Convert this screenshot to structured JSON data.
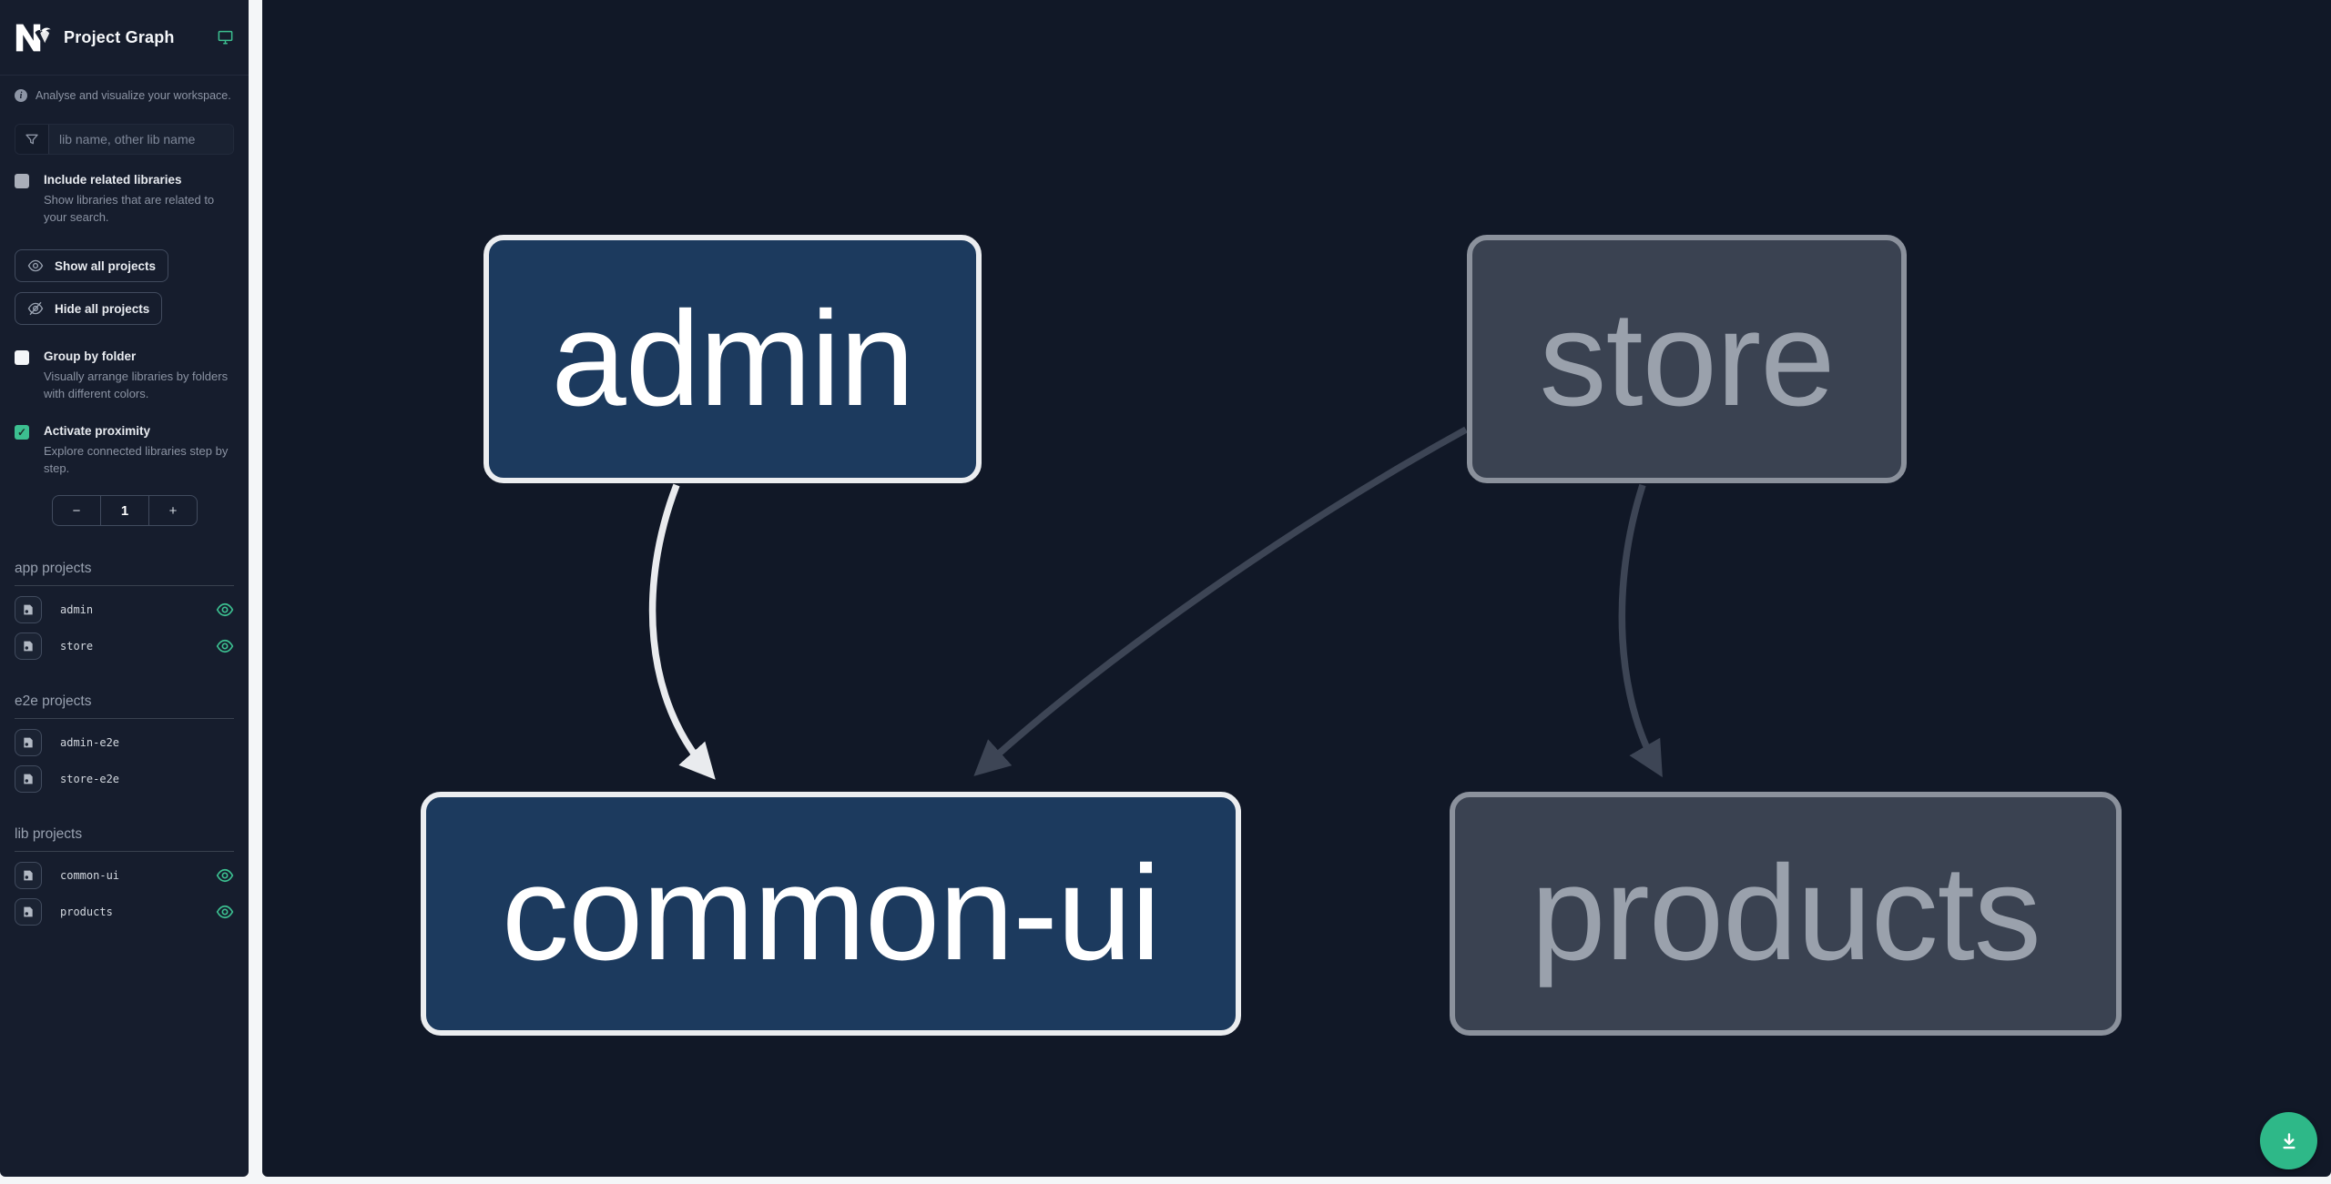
{
  "app": {
    "title": "Project Graph",
    "tagline": "Analyse and visualize your workspace."
  },
  "colors": {
    "accent_teal": "#3cbf90",
    "sidebar_bg": "#161d2d",
    "canvas_bg": "#111827",
    "node_focused_bg": "#1c3a5e",
    "node_focused_border": "#ebedf0",
    "node_dim_bg": "#3a4251",
    "node_dim_border": "#8b919c",
    "edge_light": "#e9ebee",
    "edge_dark": "#3d4555"
  },
  "icons": {
    "check": "✓"
  },
  "search": {
    "placeholder": "lib name, other lib name"
  },
  "toggles": {
    "include_related": {
      "label": "Include related libraries",
      "description": "Show libraries that are related to your search.",
      "checked": false
    },
    "group_by_folder": {
      "label": "Group by folder",
      "description": "Visually arrange libraries by folders with different colors.",
      "checked": false
    },
    "activate_proximity": {
      "label": "Activate proximity",
      "description": "Explore connected libraries step by step.",
      "checked": true
    }
  },
  "buttons": {
    "show_all": "Show all projects",
    "hide_all": "Hide all projects"
  },
  "stepper": {
    "decrement": "−",
    "value": "1",
    "increment": "+"
  },
  "sections": [
    {
      "title": "app projects",
      "items": [
        {
          "name": "admin",
          "visible": true
        },
        {
          "name": "store",
          "visible": true
        }
      ]
    },
    {
      "title": "e2e projects",
      "items": [
        {
          "name": "admin-e2e",
          "visible": false
        },
        {
          "name": "store-e2e",
          "visible": false
        }
      ]
    },
    {
      "title": "lib projects",
      "items": [
        {
          "name": "common-ui",
          "visible": true
        },
        {
          "name": "products",
          "visible": true
        }
      ]
    }
  ],
  "graph": {
    "nodes": [
      {
        "id": "admin",
        "label": "admin",
        "focused": true
      },
      {
        "id": "store",
        "label": "store",
        "focused": false
      },
      {
        "id": "common-ui",
        "label": "common-ui",
        "focused": true
      },
      {
        "id": "products",
        "label": "products",
        "focused": false
      }
    ],
    "edges": [
      {
        "from": "admin",
        "to": "common-ui",
        "highlighted": true
      },
      {
        "from": "store",
        "to": "common-ui",
        "highlighted": false
      },
      {
        "from": "store",
        "to": "products",
        "highlighted": false
      }
    ]
  }
}
